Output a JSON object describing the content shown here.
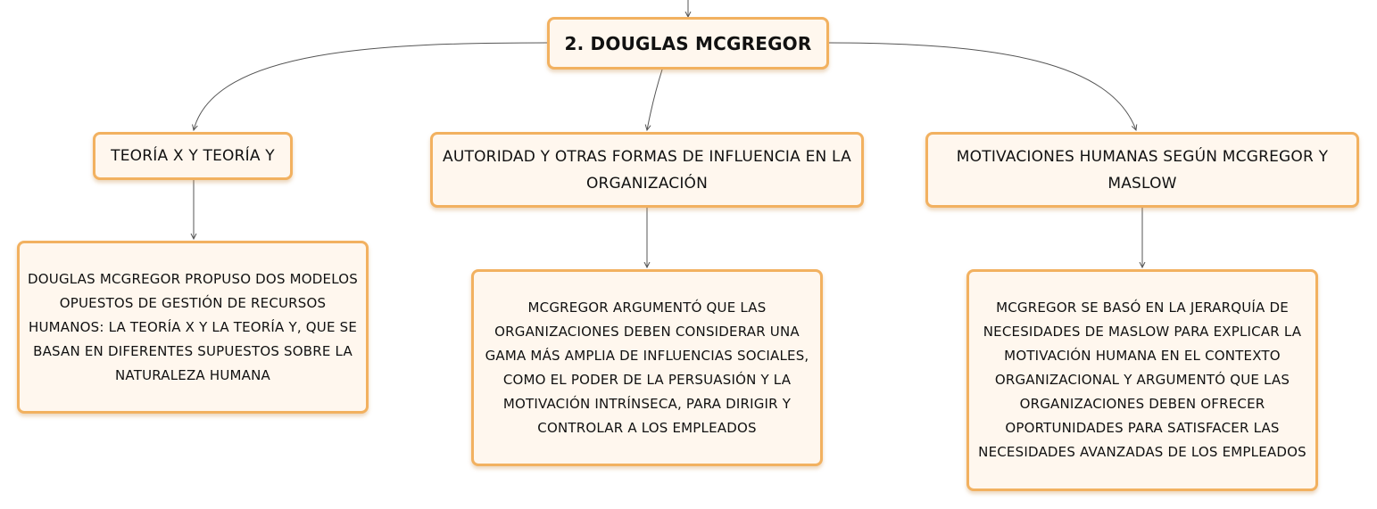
{
  "root": {
    "label": "2. DOUGLAS MCGREGOR"
  },
  "topics": [
    {
      "label": "TEORÍA X Y TEORÍA Y",
      "detail": "DOUGLAS MCGREGOR PROPUSO DOS MODELOS OPUESTOS DE GESTIÓN DE RECURSOS HUMANOS: LA TEORÍA X Y LA TEORÍA Y, QUE SE BASAN EN DIFERENTES SUPUESTOS SOBRE LA NATURALEZA HUMANA"
    },
    {
      "label": "AUTORIDAD Y OTRAS FORMAS DE INFLUENCIA EN LA ORGANIZACIÓN",
      "detail": "MCGREGOR ARGUMENTÓ QUE LAS ORGANIZACIONES DEBEN CONSIDERAR UNA GAMA MÁS AMPLIA DE INFLUENCIAS SOCIALES, COMO EL PODER DE LA PERSUASIÓN Y LA MOTIVACIÓN INTRÍNSECA, PARA DIRIGIR Y CONTROLAR A LOS EMPLEADOS"
    },
    {
      "label": "MOTIVACIONES HUMANAS SEGÚN MCGREGOR Y MASLOW",
      "detail": "MCGREGOR SE BASÓ EN LA JERARQUÍA DE NECESIDADES DE MASLOW PARA EXPLICAR LA MOTIVACIÓN HUMANA EN EL CONTEXTO ORGANIZACIONAL Y ARGUMENTÓ QUE LAS ORGANIZACIONES DEBEN OFRECER OPORTUNIDADES PARA SATISFACER LAS NECESIDADES AVANZADAS DE LOS EMPLEADOS"
    }
  ],
  "colors": {
    "node_fill": "#fff7ee",
    "node_border": "#f2b160",
    "connector": "#555555"
  }
}
